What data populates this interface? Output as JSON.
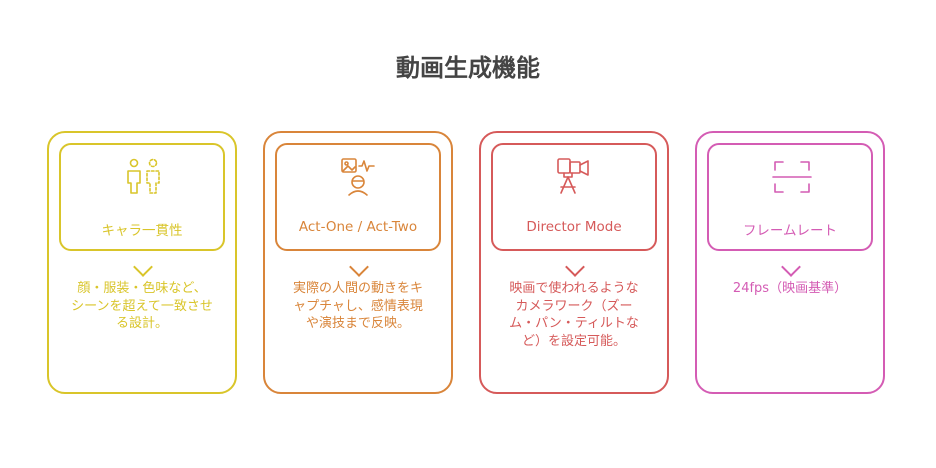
{
  "title": "動画生成機能",
  "cards": [
    {
      "label": "キャラ一貫性",
      "description": "顔・服装・色味など、シーンを超えて一致させる設計。",
      "color": "#d9c52a",
      "icon": "person-icon"
    },
    {
      "label": "Act-One / Act-Two",
      "description": "実際の人間の動きをキャプチャし、感情表現や演技まで反映。",
      "color": "#d9853a",
      "icon": "motion-capture-icon"
    },
    {
      "label": "Director Mode",
      "description": "映画で使われるようなカメラワーク（ズーム・パン・ティルトなど）を設定可能。",
      "color": "#d65a5a",
      "icon": "camera-icon"
    },
    {
      "label": "フレームレート",
      "description": "24fps（映画基準）",
      "color": "#d45cb4",
      "icon": "frame-icon"
    }
  ]
}
